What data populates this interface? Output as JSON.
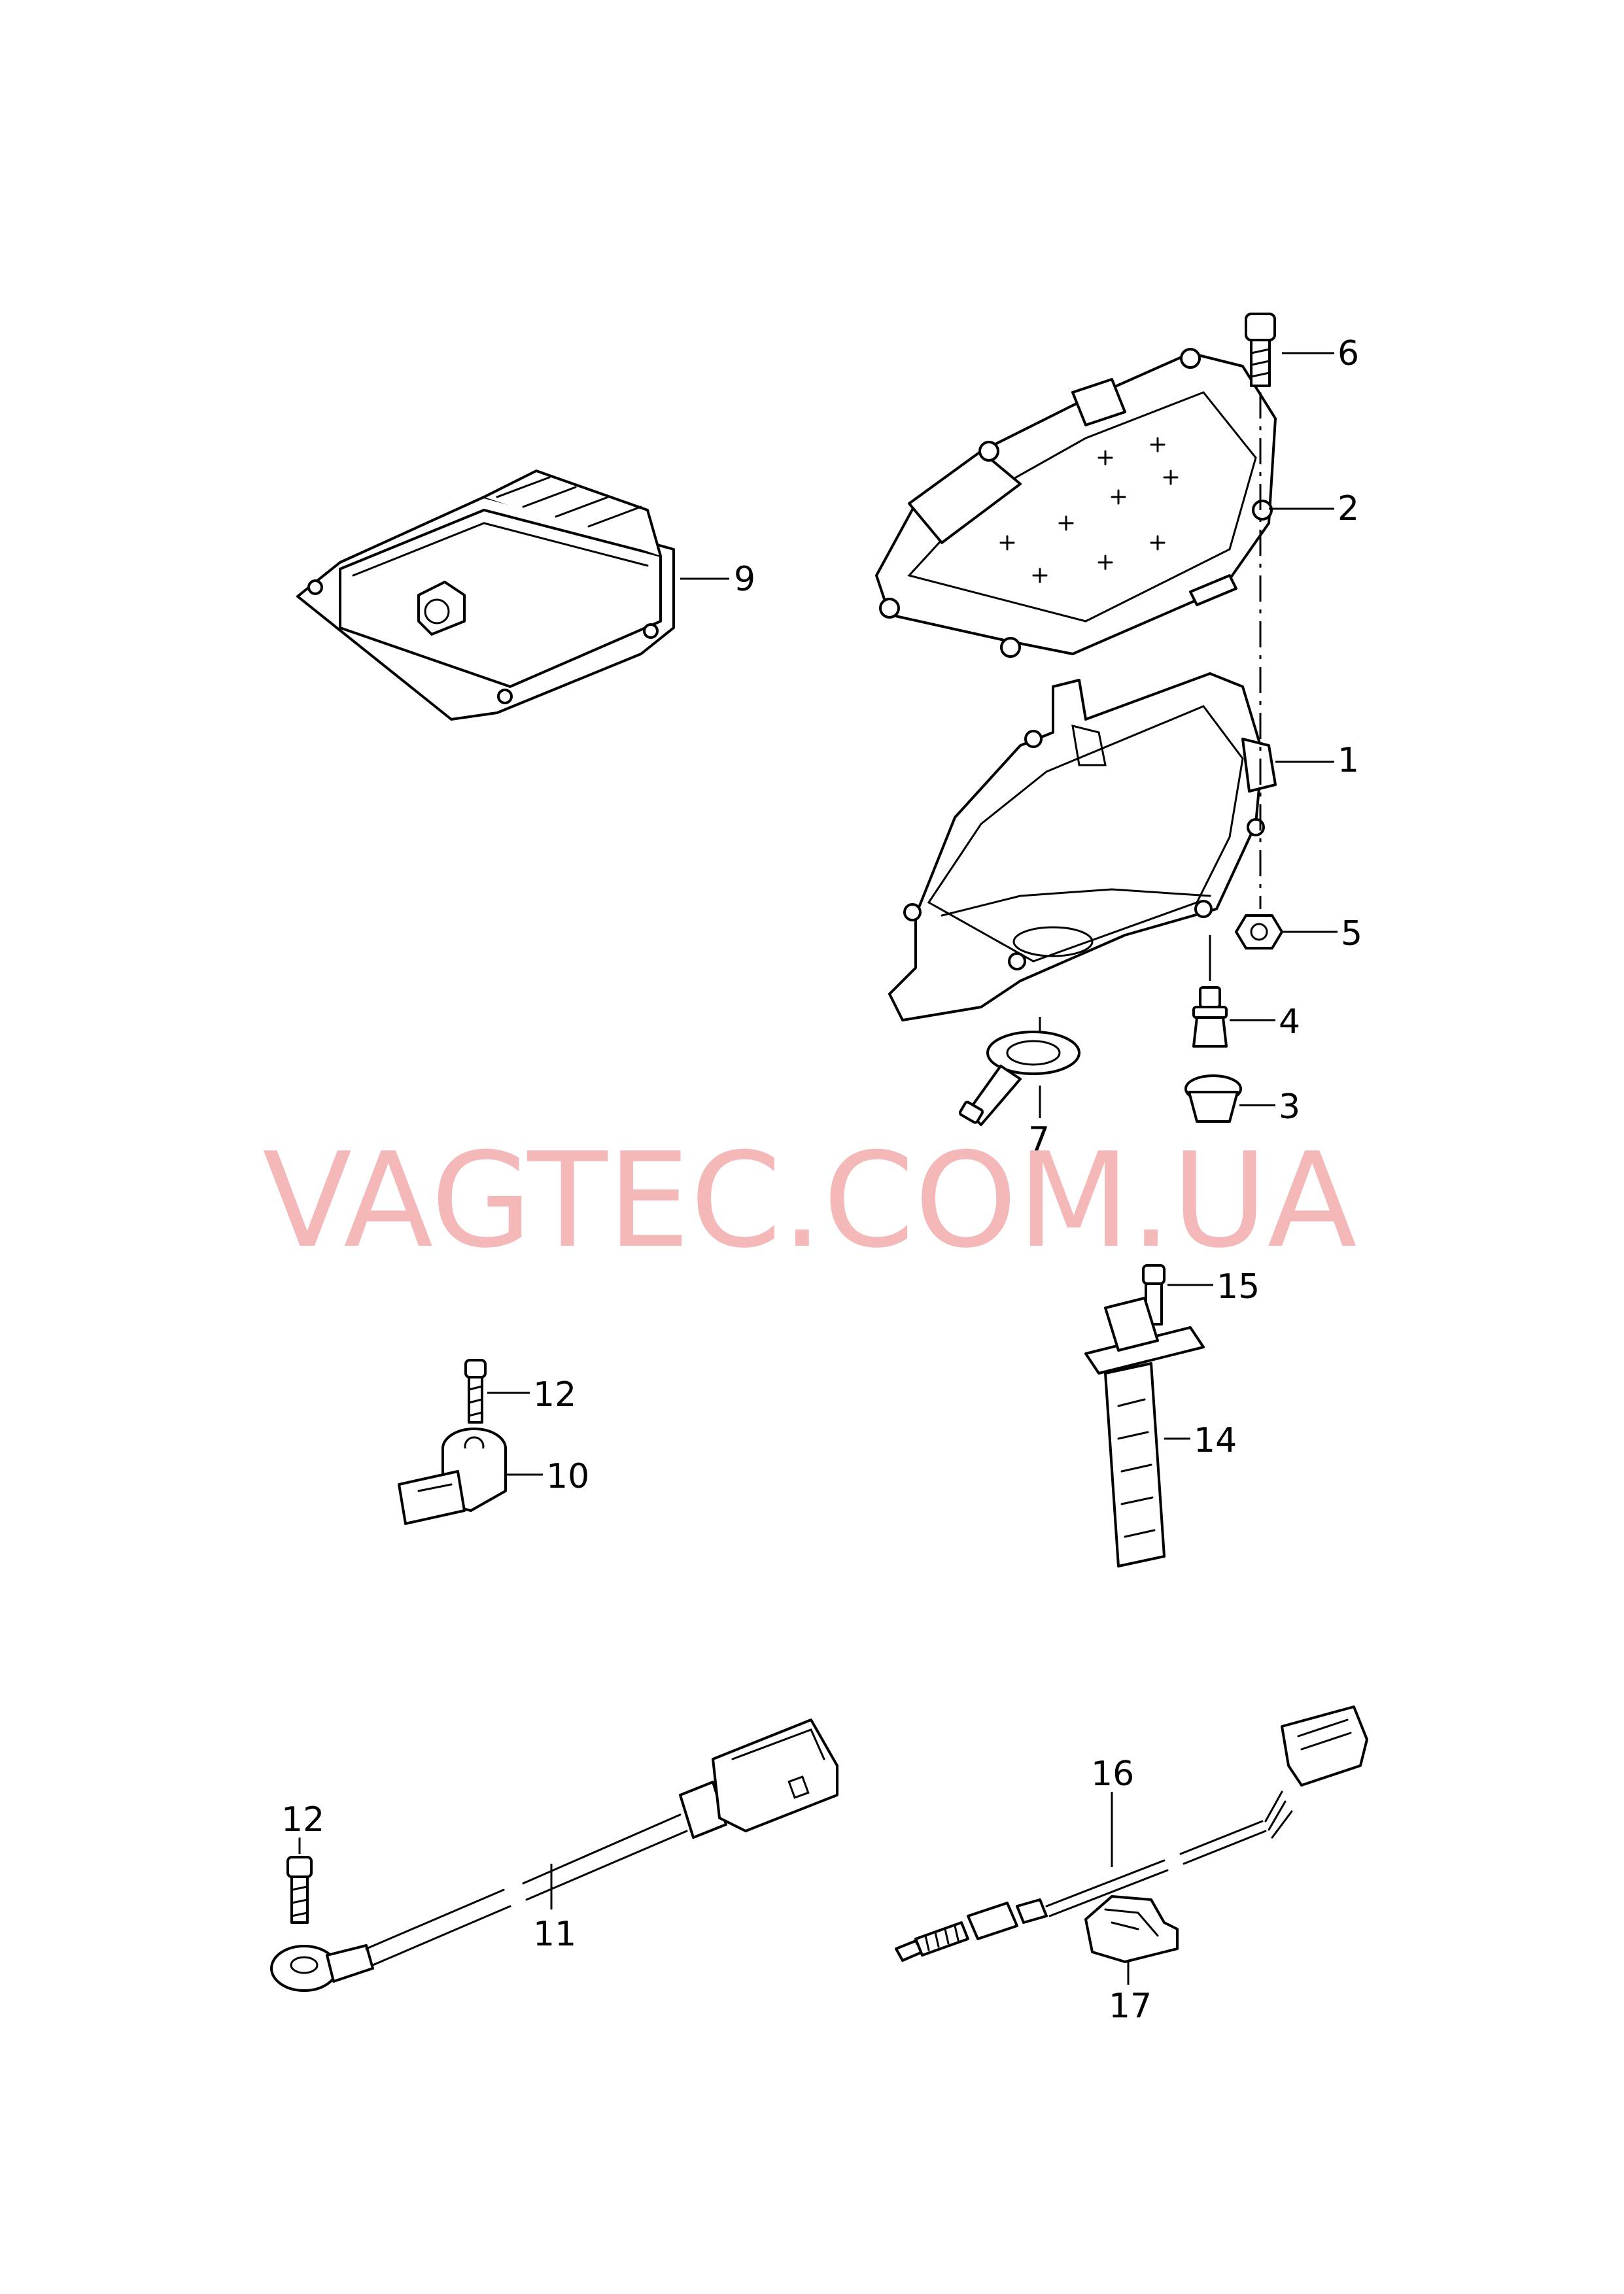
{
  "watermark": "VAGTEC.COM.UA",
  "callouts": {
    "c1": "1",
    "c2": "2",
    "c3": "3",
    "c4": "4",
    "c5": "5",
    "c6": "6",
    "c7": "7",
    "c9": "9",
    "c10": "10",
    "c11": "11",
    "c12a": "12",
    "c12b": "12",
    "c14": "14",
    "c15": "15",
    "c16": "16",
    "c17": "17"
  },
  "icons": {
    "ecu": "control-unit-icon",
    "housing_cover": "housing-cover-icon",
    "housing_base": "housing-base-icon",
    "knock_sensor": "knock-sensor-icon",
    "hall_sender": "hall-sender-icon",
    "knock_sensor_cable": "knock-sensor-with-cable-icon",
    "lambda_probe": "lambda-probe-icon",
    "bracket_clip": "clip-icon"
  }
}
